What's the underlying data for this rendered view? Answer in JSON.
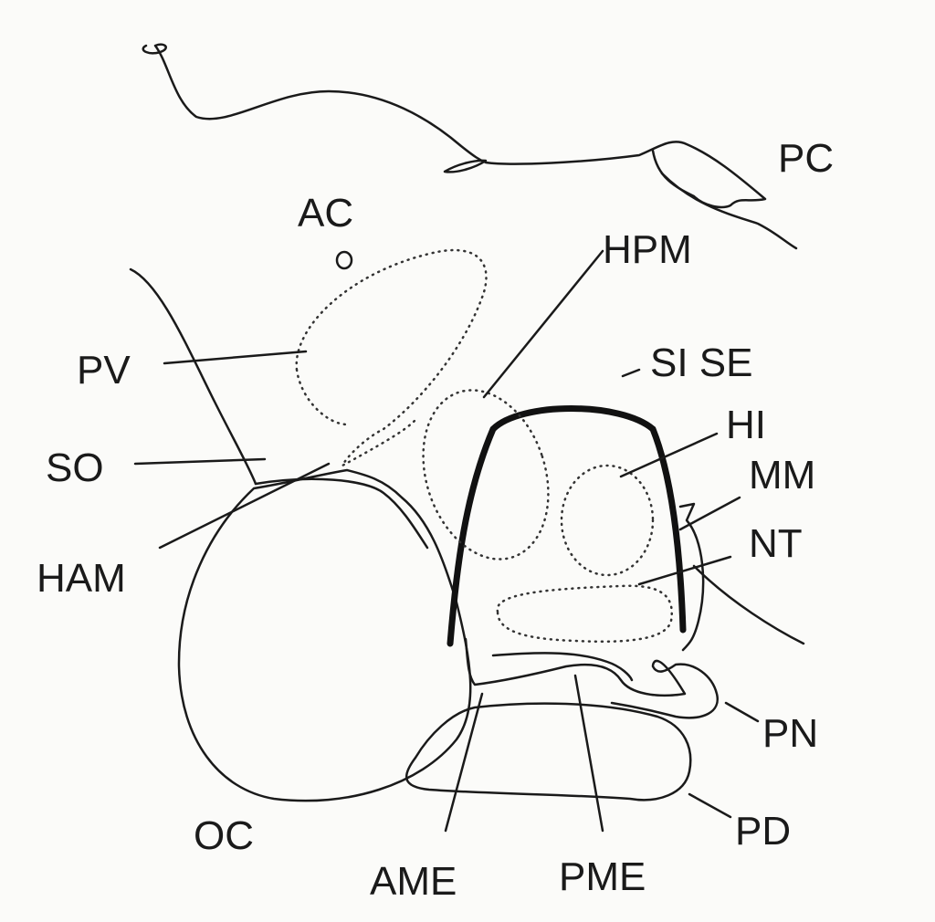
{
  "labels": {
    "pc": "PC",
    "ac": "AC",
    "hpm": "HPM",
    "pv": "PV",
    "sise": "SI SE",
    "hi": "HI",
    "so": "SO",
    "mm": "MM",
    "nt": "NT",
    "ham": "HAM",
    "pn": "PN",
    "oc": "OC",
    "pd": "PD",
    "ame": "AME",
    "pme": "PME"
  }
}
